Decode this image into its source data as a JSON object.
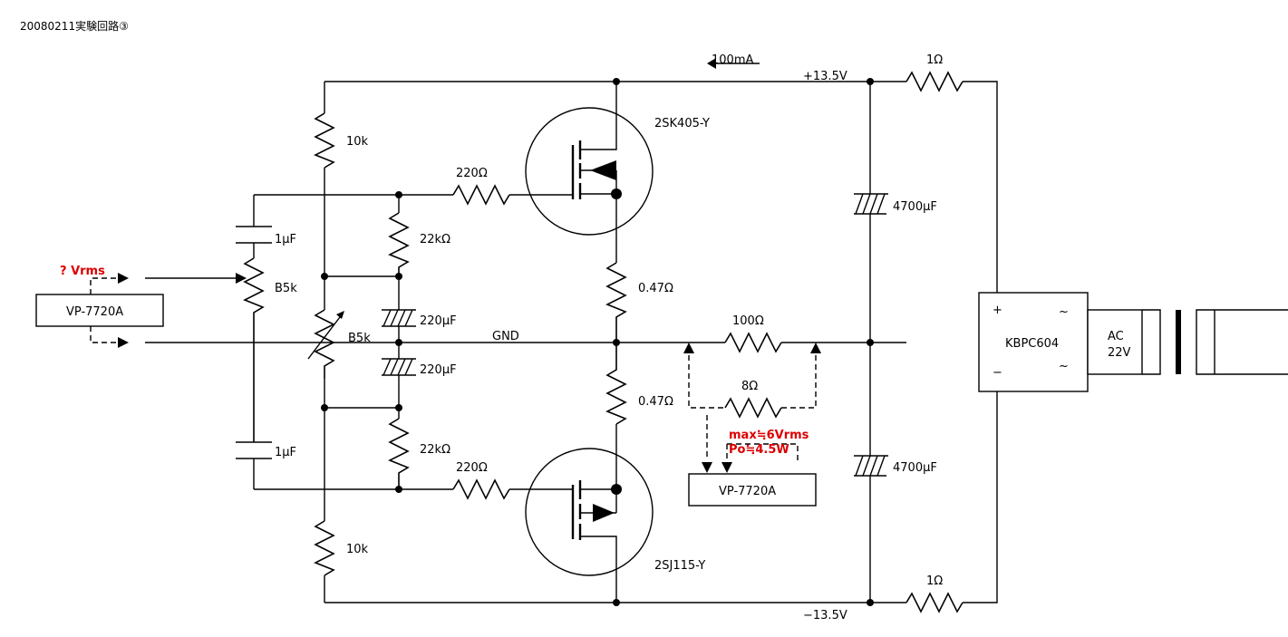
{
  "title": "20080211実験回路③",
  "current_label": "100mA",
  "rails": {
    "positive": "+13.5V",
    "negative": "−13.5V",
    "ground": "GND"
  },
  "components": {
    "r_fuse_top": "1Ω",
    "r_fuse_bottom": "1Ω",
    "r_bias_top": "10k",
    "r_bias_bottom": "10k",
    "r_gate_top": "220Ω",
    "r_gate_bottom": "220Ω",
    "r_mid_top": "22kΩ",
    "r_mid_bottom": "22kΩ",
    "c_in_top": "1μF",
    "c_in_bottom": "1μF",
    "c_bias_top": "220μF",
    "c_bias_bottom": "220μF",
    "c_bulk_top": "4700μF",
    "c_bulk_bottom": "4700μF",
    "vr_input": "B5k",
    "vr_bias": "B5k",
    "r_source_top": "0.47Ω",
    "r_source_bottom": "0.47Ω",
    "r_out": "100Ω",
    "r_load": "8Ω",
    "q_top": "2SK405-Y",
    "q_bottom": "2SJ115-Y",
    "bridge": "KBPC604",
    "bridge_plus": "+",
    "bridge_minus": "−",
    "bridge_ac1": "~",
    "bridge_ac2": "~",
    "ac_line1": "AC",
    "ac_line2": "22V"
  },
  "instruments": {
    "input_meter": "VP-7720A",
    "output_meter": "VP-7720A"
  },
  "annotations": {
    "input_level": "? Vrms",
    "output_max": "max≒6Vrms",
    "output_power": "Po≒4.5W"
  },
  "colors": {
    "annotation": "#dd0000",
    "line": "#000000"
  }
}
